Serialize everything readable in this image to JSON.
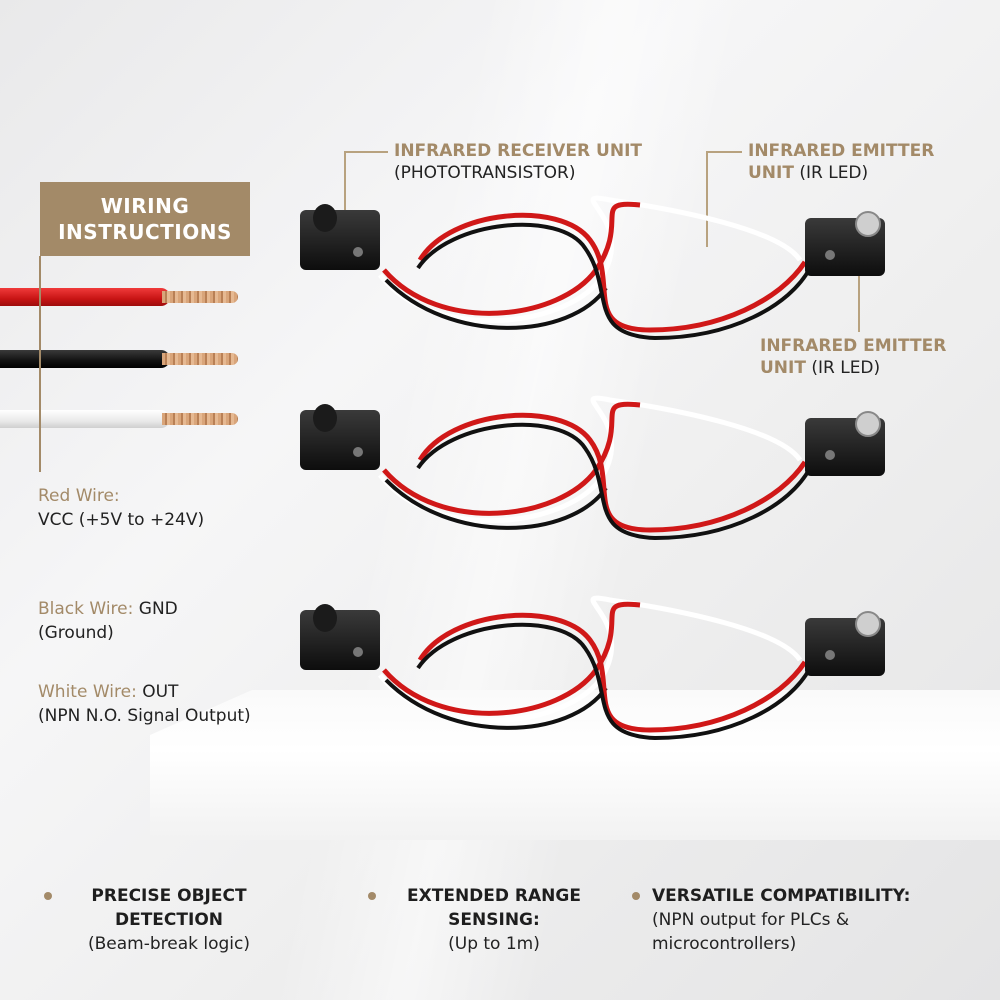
{
  "tag": {
    "line1": "WIRING",
    "line2": "INSTRUCTIONS"
  },
  "legend": {
    "red_title": "Red Wire:",
    "red_desc": "VCC (+5V to +24V)",
    "black_title": "Black Wire:",
    "black_value": "GND",
    "black_desc": "(Ground)",
    "white_title": "White Wire:",
    "white_value": "OUT",
    "white_desc": "(NPN N.O. Signal Output)"
  },
  "callouts": {
    "receiver_title": "INFRARED RECEIVER UNIT",
    "receiver_sub": "(PHOTOTRANSISTOR)",
    "emitter1_l1": "INFRARED EMITTER",
    "emitter1_l2_bold": "UNIT",
    "emitter1_l2_rest": "(IR LED)",
    "emitter2_l1": "INFRARED EMITTER",
    "emitter2_l2_bold": "UNIT",
    "emitter2_l2_rest": "(IR LED)"
  },
  "features": [
    {
      "title1": "PRECISE OBJECT",
      "title2": "DETECTION",
      "desc1": "(Beam-break logic)",
      "desc2": ""
    },
    {
      "title1": "EXTENDED RANGE",
      "title2": "SENSING:",
      "desc1": "(Up to 1m)",
      "desc2": ""
    },
    {
      "title1": "VERSATILE COMPATIBILITY:",
      "title2": "",
      "desc1": "(NPN output for PLCs &",
      "desc2": "microcontrollers)"
    }
  ],
  "colors": {
    "accent": "#a38a68",
    "red_wire": "#d01818",
    "black_wire": "#111111",
    "white_wire": "#ffffff"
  },
  "icons": [
    "sensor-receiver-icon",
    "sensor-emitter-icon",
    "bullet-dot-icon"
  ]
}
